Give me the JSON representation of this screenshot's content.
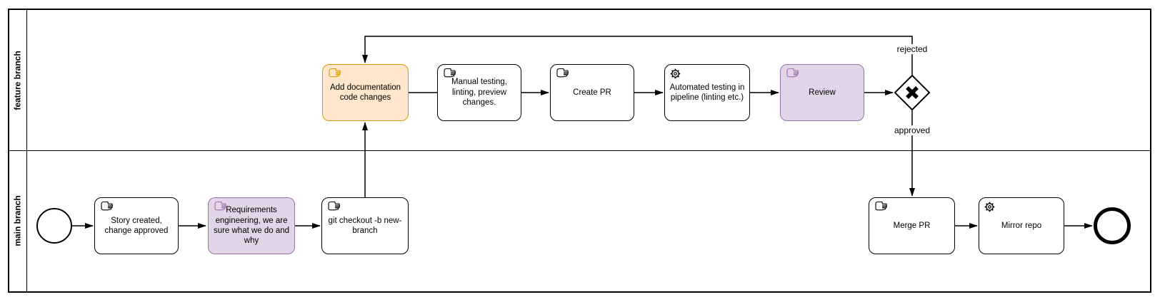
{
  "lanes": {
    "feature": {
      "label": "feature branch"
    },
    "main": {
      "label": "main branch"
    }
  },
  "nodes": {
    "start_event": {
      "type": "start-event"
    },
    "story": {
      "label": "Story created, change approved",
      "type": "manual-task"
    },
    "requirements": {
      "label": "Requirements engineering, we are sure what we do and why",
      "type": "manual-task",
      "highlight": "purple"
    },
    "git_checkout": {
      "label": "git checkout -b new-branch",
      "type": "manual-task"
    },
    "add_documentation": {
      "label": "Add documentation code changes",
      "type": "manual-task",
      "highlight": "orange"
    },
    "manual_testing": {
      "label": "Manual testing, linting, preview changes.",
      "type": "manual-task"
    },
    "create_pr": {
      "label": "Create PR",
      "type": "manual-task"
    },
    "automated_testing": {
      "label": "Automated testing in pipeline (linting etc.)",
      "type": "service-task"
    },
    "review": {
      "label": "Review",
      "type": "manual-task",
      "highlight": "purple"
    },
    "gateway": {
      "type": "exclusive-gateway"
    },
    "merge_pr": {
      "label": "Merge PR",
      "type": "manual-task"
    },
    "mirror_repo": {
      "label": "Mirror repo",
      "type": "service-task"
    },
    "end_event": {
      "type": "end-event"
    }
  },
  "edge_labels": {
    "rejected": "rejected",
    "approved": "approved"
  },
  "colors": {
    "highlight_orange_fill": "#ffe6cc",
    "highlight_orange_stroke": "#d79b00",
    "highlight_purple_fill": "#e1d5e7",
    "highlight_purple_stroke": "#9673a6",
    "default_stroke": "#000000",
    "background": "#ffffff"
  }
}
